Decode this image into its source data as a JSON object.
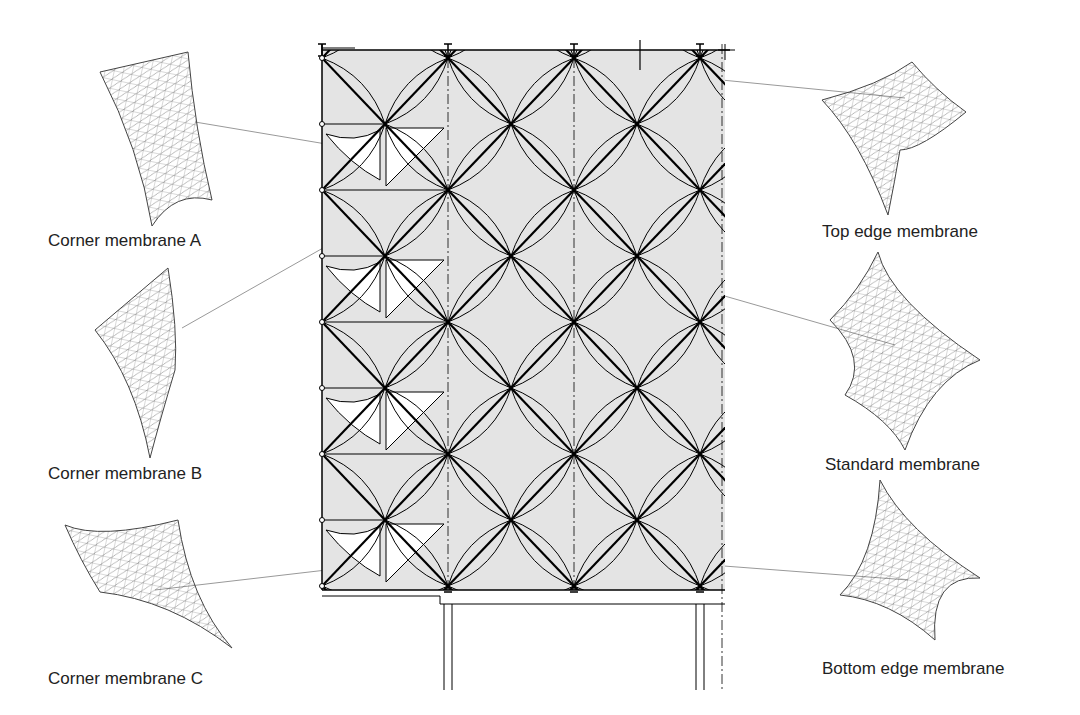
{
  "diagram": {
    "labels": [
      "Corner membrane A",
      "Corner membrane B",
      "Corner membrane C",
      "Top edge membrane",
      "Standard membrane",
      "Bottom edge membrane"
    ]
  }
}
